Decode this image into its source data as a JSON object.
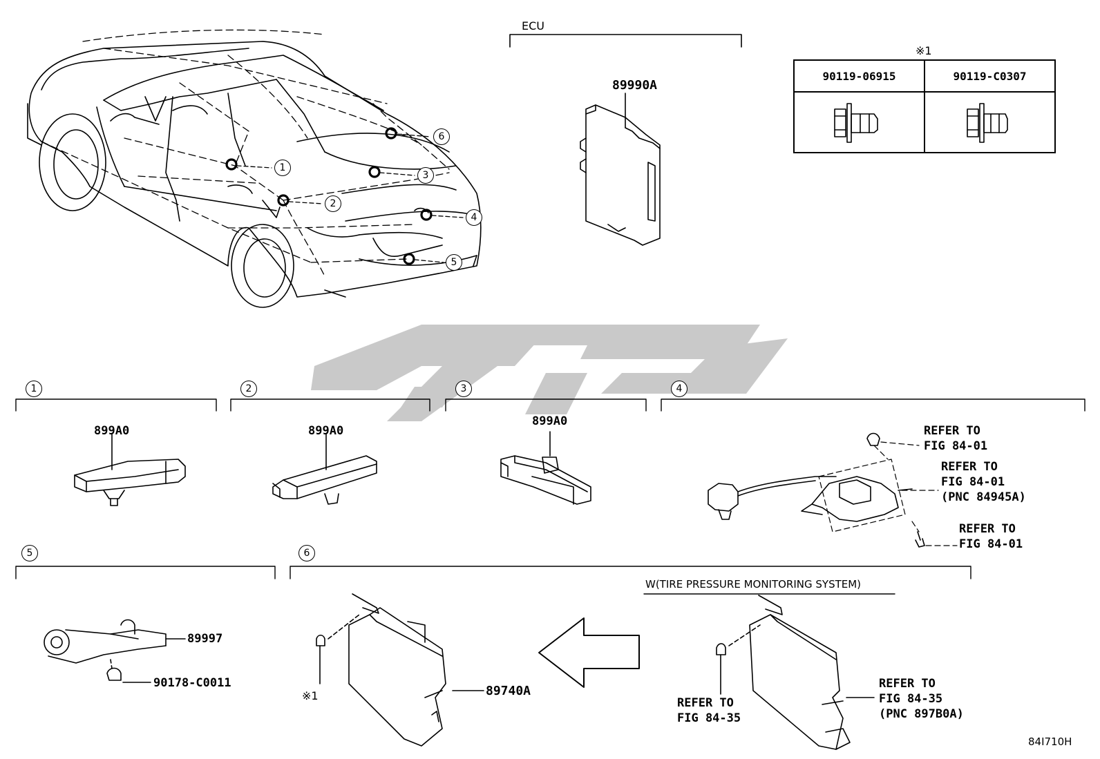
{
  "ecu": {
    "group_label": "ECU",
    "part": "89990A"
  },
  "hardware_table": {
    "mark": "※1",
    "columns": [
      "90119-06915",
      "90119-C0307"
    ]
  },
  "car_callouts": [
    "1",
    "2",
    "3",
    "4",
    "5",
    "6"
  ],
  "sections": {
    "s1": {
      "num": "1",
      "part": "899A0"
    },
    "s2": {
      "num": "2",
      "part": "899A0"
    },
    "s3": {
      "num": "3",
      "part": "899A0"
    },
    "s4": {
      "num": "4",
      "refs": [
        {
          "l1": "REFER TO",
          "l2": "FIG 84-01"
        },
        {
          "l1": "REFER TO",
          "l2": "FIG 84-01",
          "l3": "(PNC 84945A)"
        },
        {
          "l1": "REFER TO",
          "l2": "FIG 84-01"
        }
      ]
    },
    "s5": {
      "num": "5",
      "part_a": "89997",
      "part_b": "90178-C0011"
    },
    "s6": {
      "num": "6",
      "part": "89740A",
      "mark": "※1",
      "variant_label": "W(TIRE PRESSURE MONITORING SYSTEM)",
      "ref_left": {
        "l1": "REFER TO",
        "l2": "FIG 84-35"
      },
      "ref_right": {
        "l1": "REFER TO",
        "l2": "FIG 84-35",
        "l3": "(PNC 897B0A)"
      }
    }
  },
  "figure_code": "84I710H",
  "colors": {
    "line": "#000000",
    "watermark": "#c8c8c8"
  }
}
